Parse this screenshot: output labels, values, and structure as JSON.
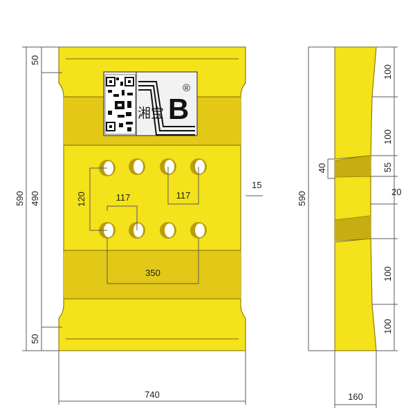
{
  "colors": {
    "part_body": "#f4e21a",
    "part_band": "#e3c817",
    "part_edge": "#c7ad0f",
    "hole_rim": "#b89d0a",
    "hole_inner": "#ffffff",
    "logo_bg": "#f2f2f2",
    "dimension_line": "#5a5a5a",
    "dimension_text": "#1e1e1e"
  },
  "logo": {
    "chinese_text": "湘宝",
    "letter": "B",
    "registered_mark": "®",
    "qr_icon": "qr-code-icon"
  },
  "front_view": {
    "overall_height": "590",
    "inner_height": "490",
    "top_chamfer": "50",
    "bottom_chamfer": "50",
    "width": "740",
    "side_step": "15",
    "hole_vertical_pitch": "120",
    "hole_horizontal_pitch_left": "117",
    "hole_horizontal_pitch_right": "117",
    "hole_span": "350"
  },
  "side_view": {
    "overall_height": "590",
    "thickness": "160",
    "segment_top_1": "100",
    "segment_top_2": "100",
    "segment_bottom_1": "100",
    "segment_bottom_2": "100",
    "bevel_small": "40",
    "bevel_large": "55",
    "gap": "20"
  }
}
